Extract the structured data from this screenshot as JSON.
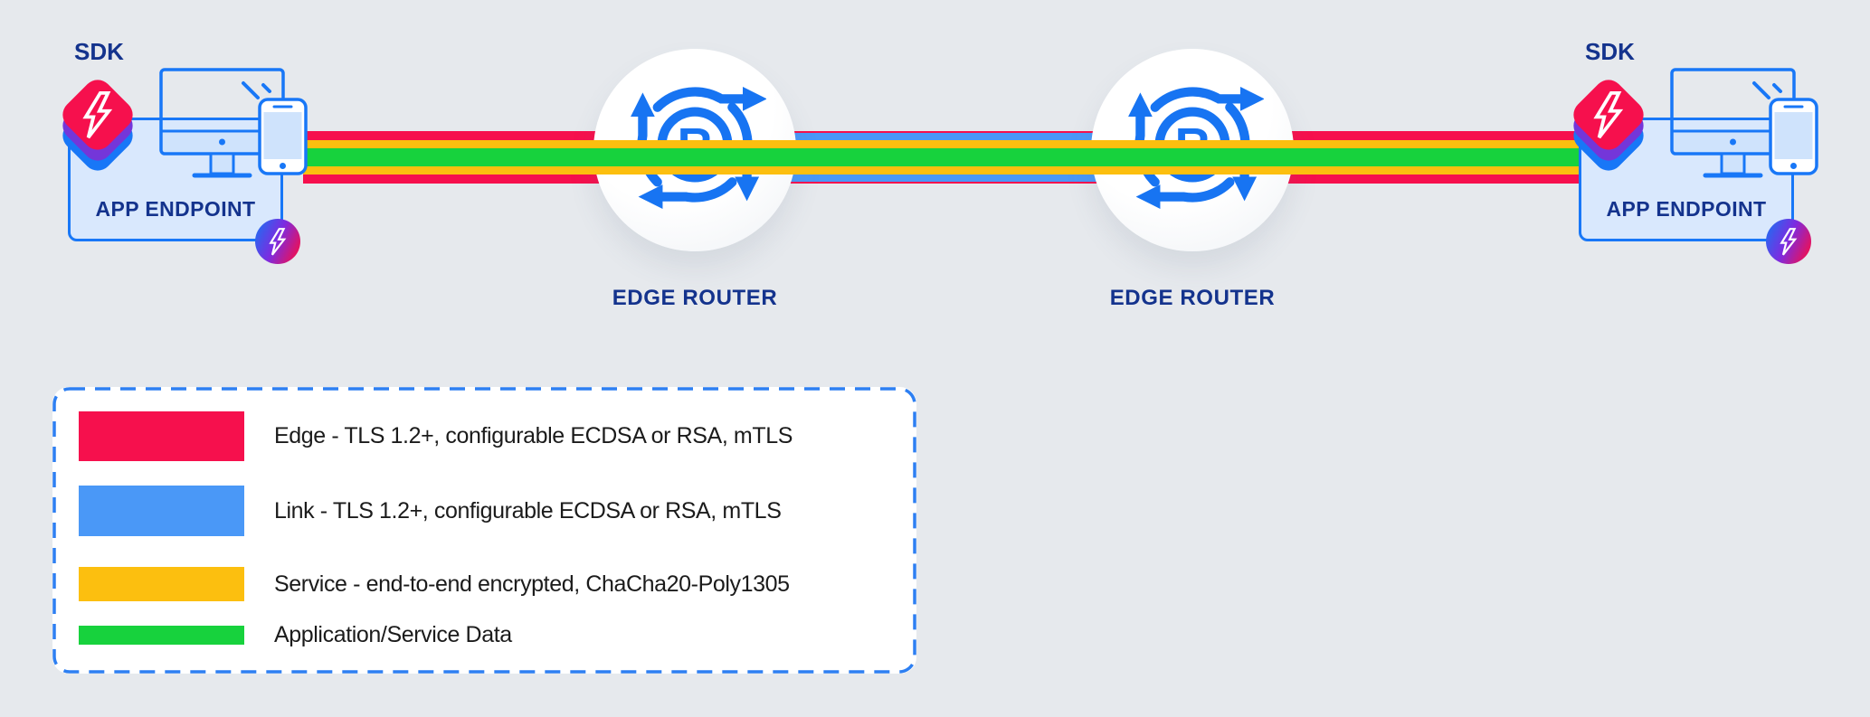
{
  "colors": {
    "background": "#e6e9ed",
    "edge": "#f6104d",
    "link": "#4a98f7",
    "service": "#fcbf0f",
    "data": "#17d23d",
    "accent_blue": "#1877f7",
    "navy": "#14338d",
    "panel_fill": "#d9e8fd",
    "screen_fill": "#cfe3fc",
    "sdk_purple": "#7436d9",
    "legend_border": "#2d7ff2"
  },
  "endpoints": {
    "left": {
      "sdk_label": "SDK",
      "label": "APP ENDPOINT"
    },
    "right": {
      "sdk_label": "SDK",
      "label": "APP ENDPOINT"
    }
  },
  "routers": {
    "left": {
      "label": "EDGE ROUTER",
      "icon_letter": "R"
    },
    "right": {
      "label": "EDGE ROUTER",
      "icon_letter": "R"
    }
  },
  "legend": {
    "items": [
      {
        "key": "edge",
        "label": "Edge - TLS 1.2+, configurable ECDSA or RSA, mTLS"
      },
      {
        "key": "link",
        "label": "Link - TLS 1.2+, configurable ECDSA or RSA, mTLS"
      },
      {
        "key": "service",
        "label": "Service - end-to-end encrypted, ChaCha20-Poly1305"
      },
      {
        "key": "data",
        "label": "Application/Service Data"
      }
    ]
  }
}
